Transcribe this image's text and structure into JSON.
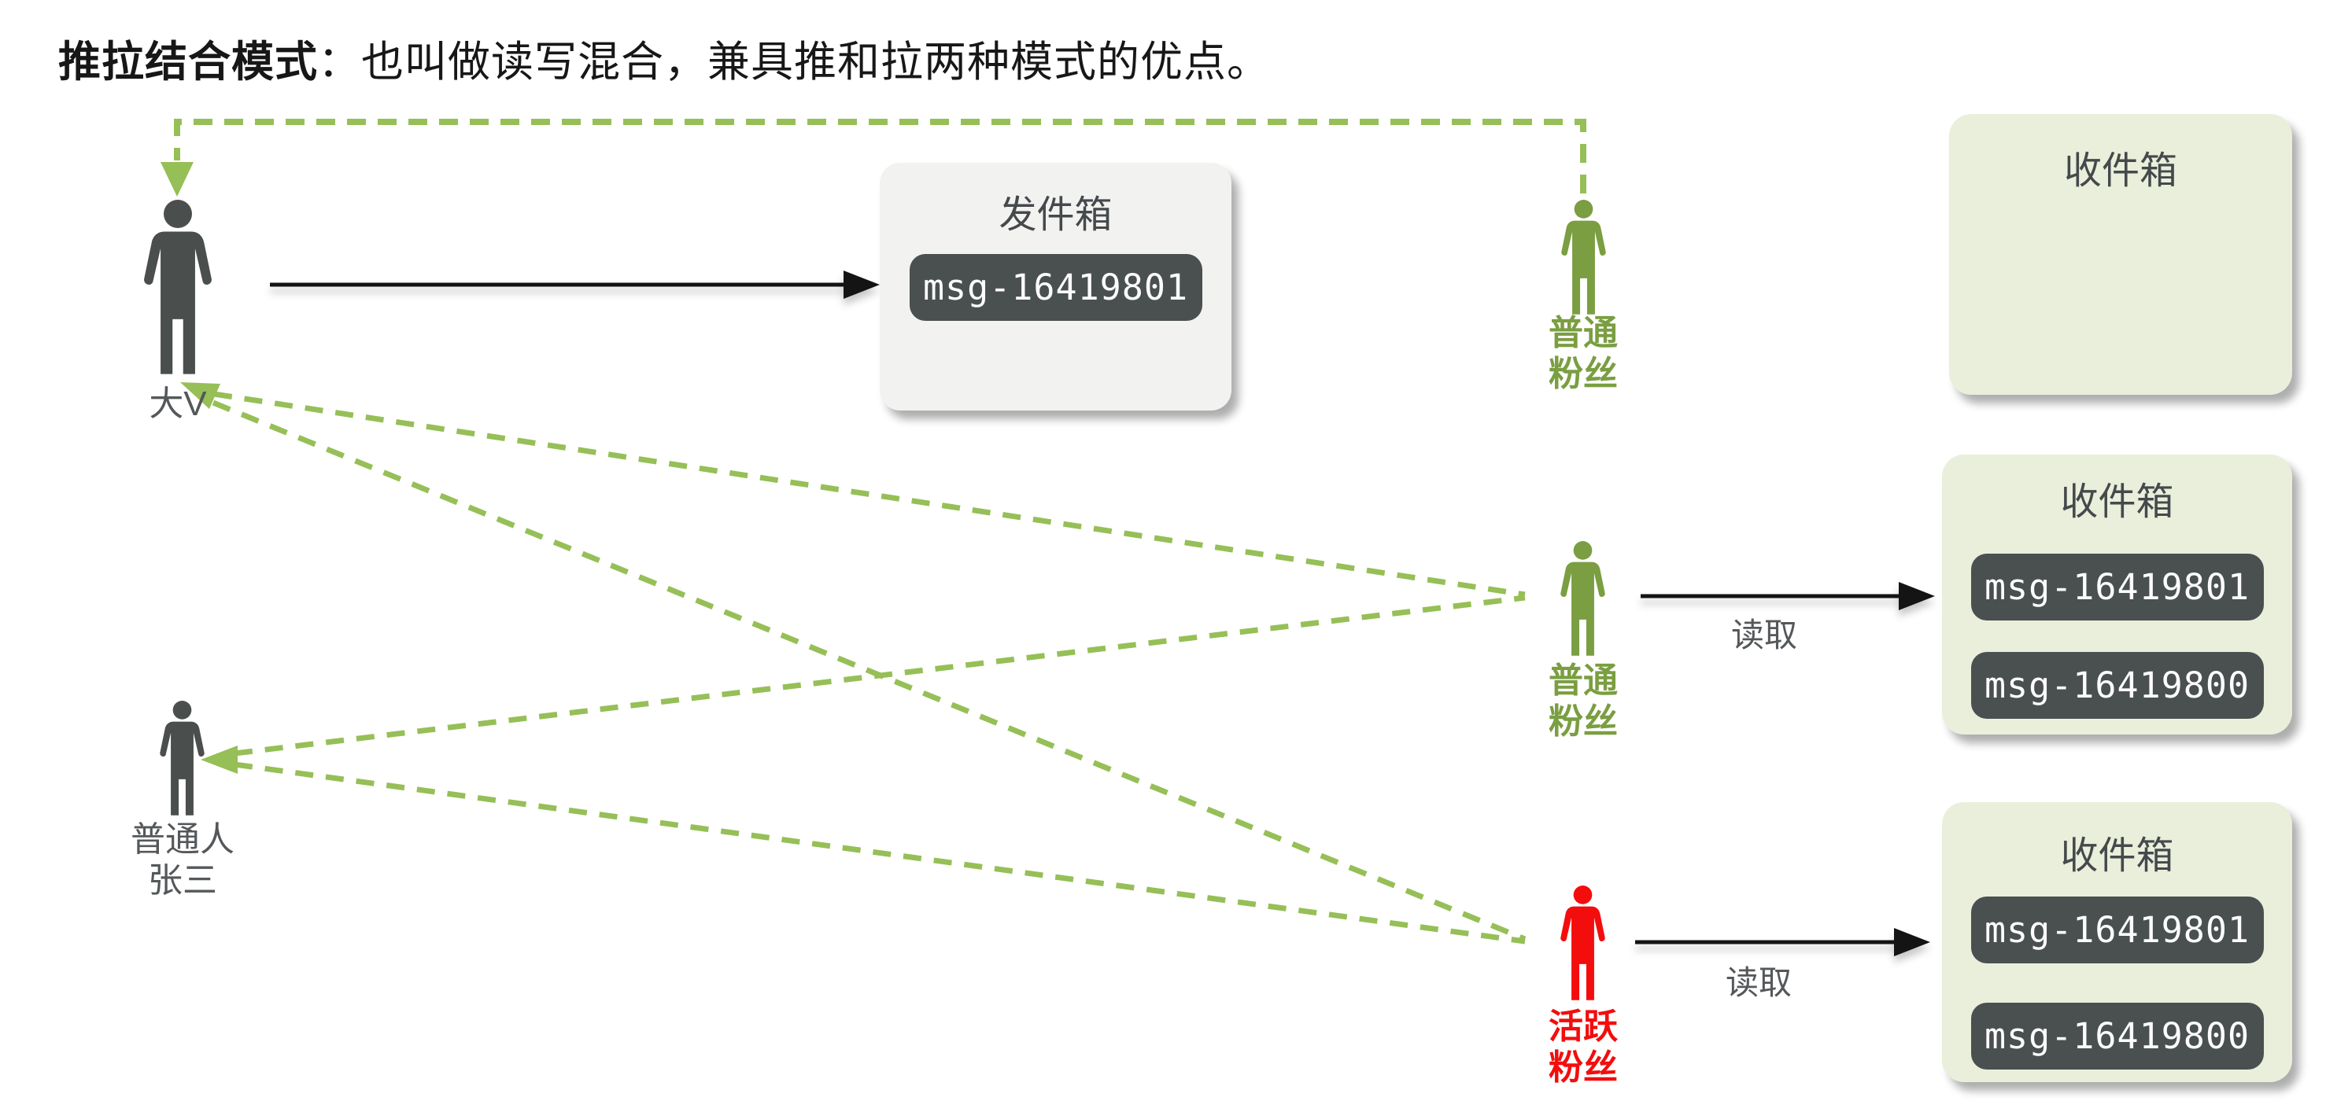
{
  "title": {
    "bold": "推拉结合模式",
    "rest": "：也叫做读写混合，兼具推和拉两种模式的优点。"
  },
  "actors": {
    "big_v": {
      "label": "大V"
    },
    "ordinary_person": {
      "line1": "普通人",
      "line2": "张三"
    },
    "fan_top": {
      "line1": "普通",
      "line2": "粉丝"
    },
    "fan_mid": {
      "line1": "普通",
      "line2": "粉丝"
    },
    "fan_active": {
      "line1": "活跃",
      "line2": "粉丝"
    }
  },
  "boxes": {
    "outbox": {
      "title": "发件箱",
      "messages": [
        "msg-16419801"
      ]
    },
    "inbox_top": {
      "title": "收件箱",
      "messages": []
    },
    "inbox_mid": {
      "title": "收件箱",
      "messages": [
        "msg-16419801",
        "msg-16419800"
      ]
    },
    "inbox_bottom": {
      "title": "收件箱",
      "messages": [
        "msg-16419801",
        "msg-16419800"
      ]
    }
  },
  "edges": {
    "read_mid": "读取",
    "read_bottom": "读取"
  },
  "colors": {
    "green-line": "#96BF57",
    "green-fill": "#7A9E41",
    "red": "#F30D0D",
    "dark-figure": "#4A4E4C",
    "title-text": "#171717",
    "box-title": "#45494B",
    "badge-bg": "#4A5050",
    "badge-text": "#FCFCFC",
    "outbox-bg": "#F2F2F1",
    "inbox-bg": "#E9EFDB",
    "gray-label": "#55585A",
    "arrow-black": "#141414"
  }
}
